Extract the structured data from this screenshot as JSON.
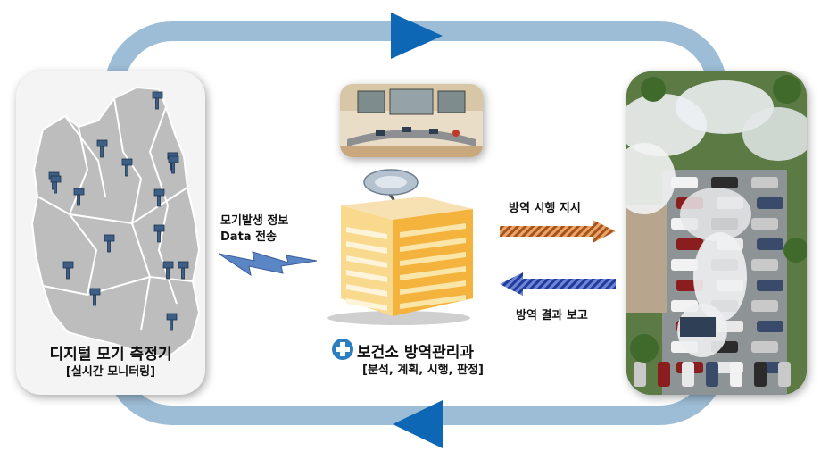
{
  "left_panel": {
    "title": "디지털 모기 측정기",
    "subtitle": "[실시간 모니터링]",
    "sensor_count": 17
  },
  "data_transfer": {
    "line1": "모기발생 정보",
    "line2": "Data 전송"
  },
  "center": {
    "org_name": "보건소 방역관리과",
    "tasks": "[분석, 계획, 시행, 판정]"
  },
  "arrows": {
    "order_label": "방역 시행 지시",
    "report_label": "방역 결과 보고"
  },
  "colors": {
    "cycle_track": "#9dbcd6",
    "cycle_arrowhead": "#0d67b5",
    "order_arrow": "#a8521b",
    "report_arrow": "#223a9a",
    "lightning": "#5a86c5"
  }
}
